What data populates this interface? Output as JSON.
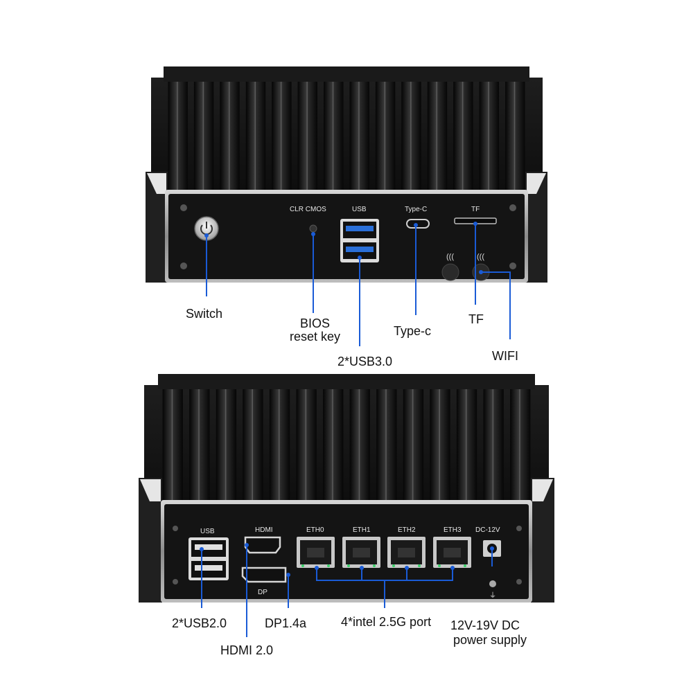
{
  "front_panel": {
    "port_labels": {
      "clr_cmos": "CLR CMOS",
      "usb": "USB",
      "type_c": "Type-C",
      "tf": "TF"
    },
    "callouts": {
      "switch": "Switch",
      "bios_line1": "BIOS",
      "bios_line2": "reset key",
      "usb3": "2*USB3.0",
      "type_c": "Type-c",
      "tf": "TF",
      "wifi": "WIFI"
    }
  },
  "rear_panel": {
    "port_labels": {
      "usb": "USB",
      "hdmi": "HDMI",
      "dp": "DP",
      "eth0": "ETH0",
      "eth1": "ETH1",
      "eth2": "ETH2",
      "eth3": "ETH3",
      "dc": "DC-12V"
    },
    "callouts": {
      "usb2": "2*USB2.0",
      "dp": "DP1.4a",
      "eth": "4*intel 2.5G port",
      "power_line1": "12V-19V DC",
      "power_line2": "power supply",
      "hdmi": "HDMI 2.0"
    }
  },
  "colors": {
    "callout_line": "#1a5bd6",
    "panel": "#161616",
    "frame": "#9a9a9a",
    "usb3_blue": "#2a6fd8"
  }
}
